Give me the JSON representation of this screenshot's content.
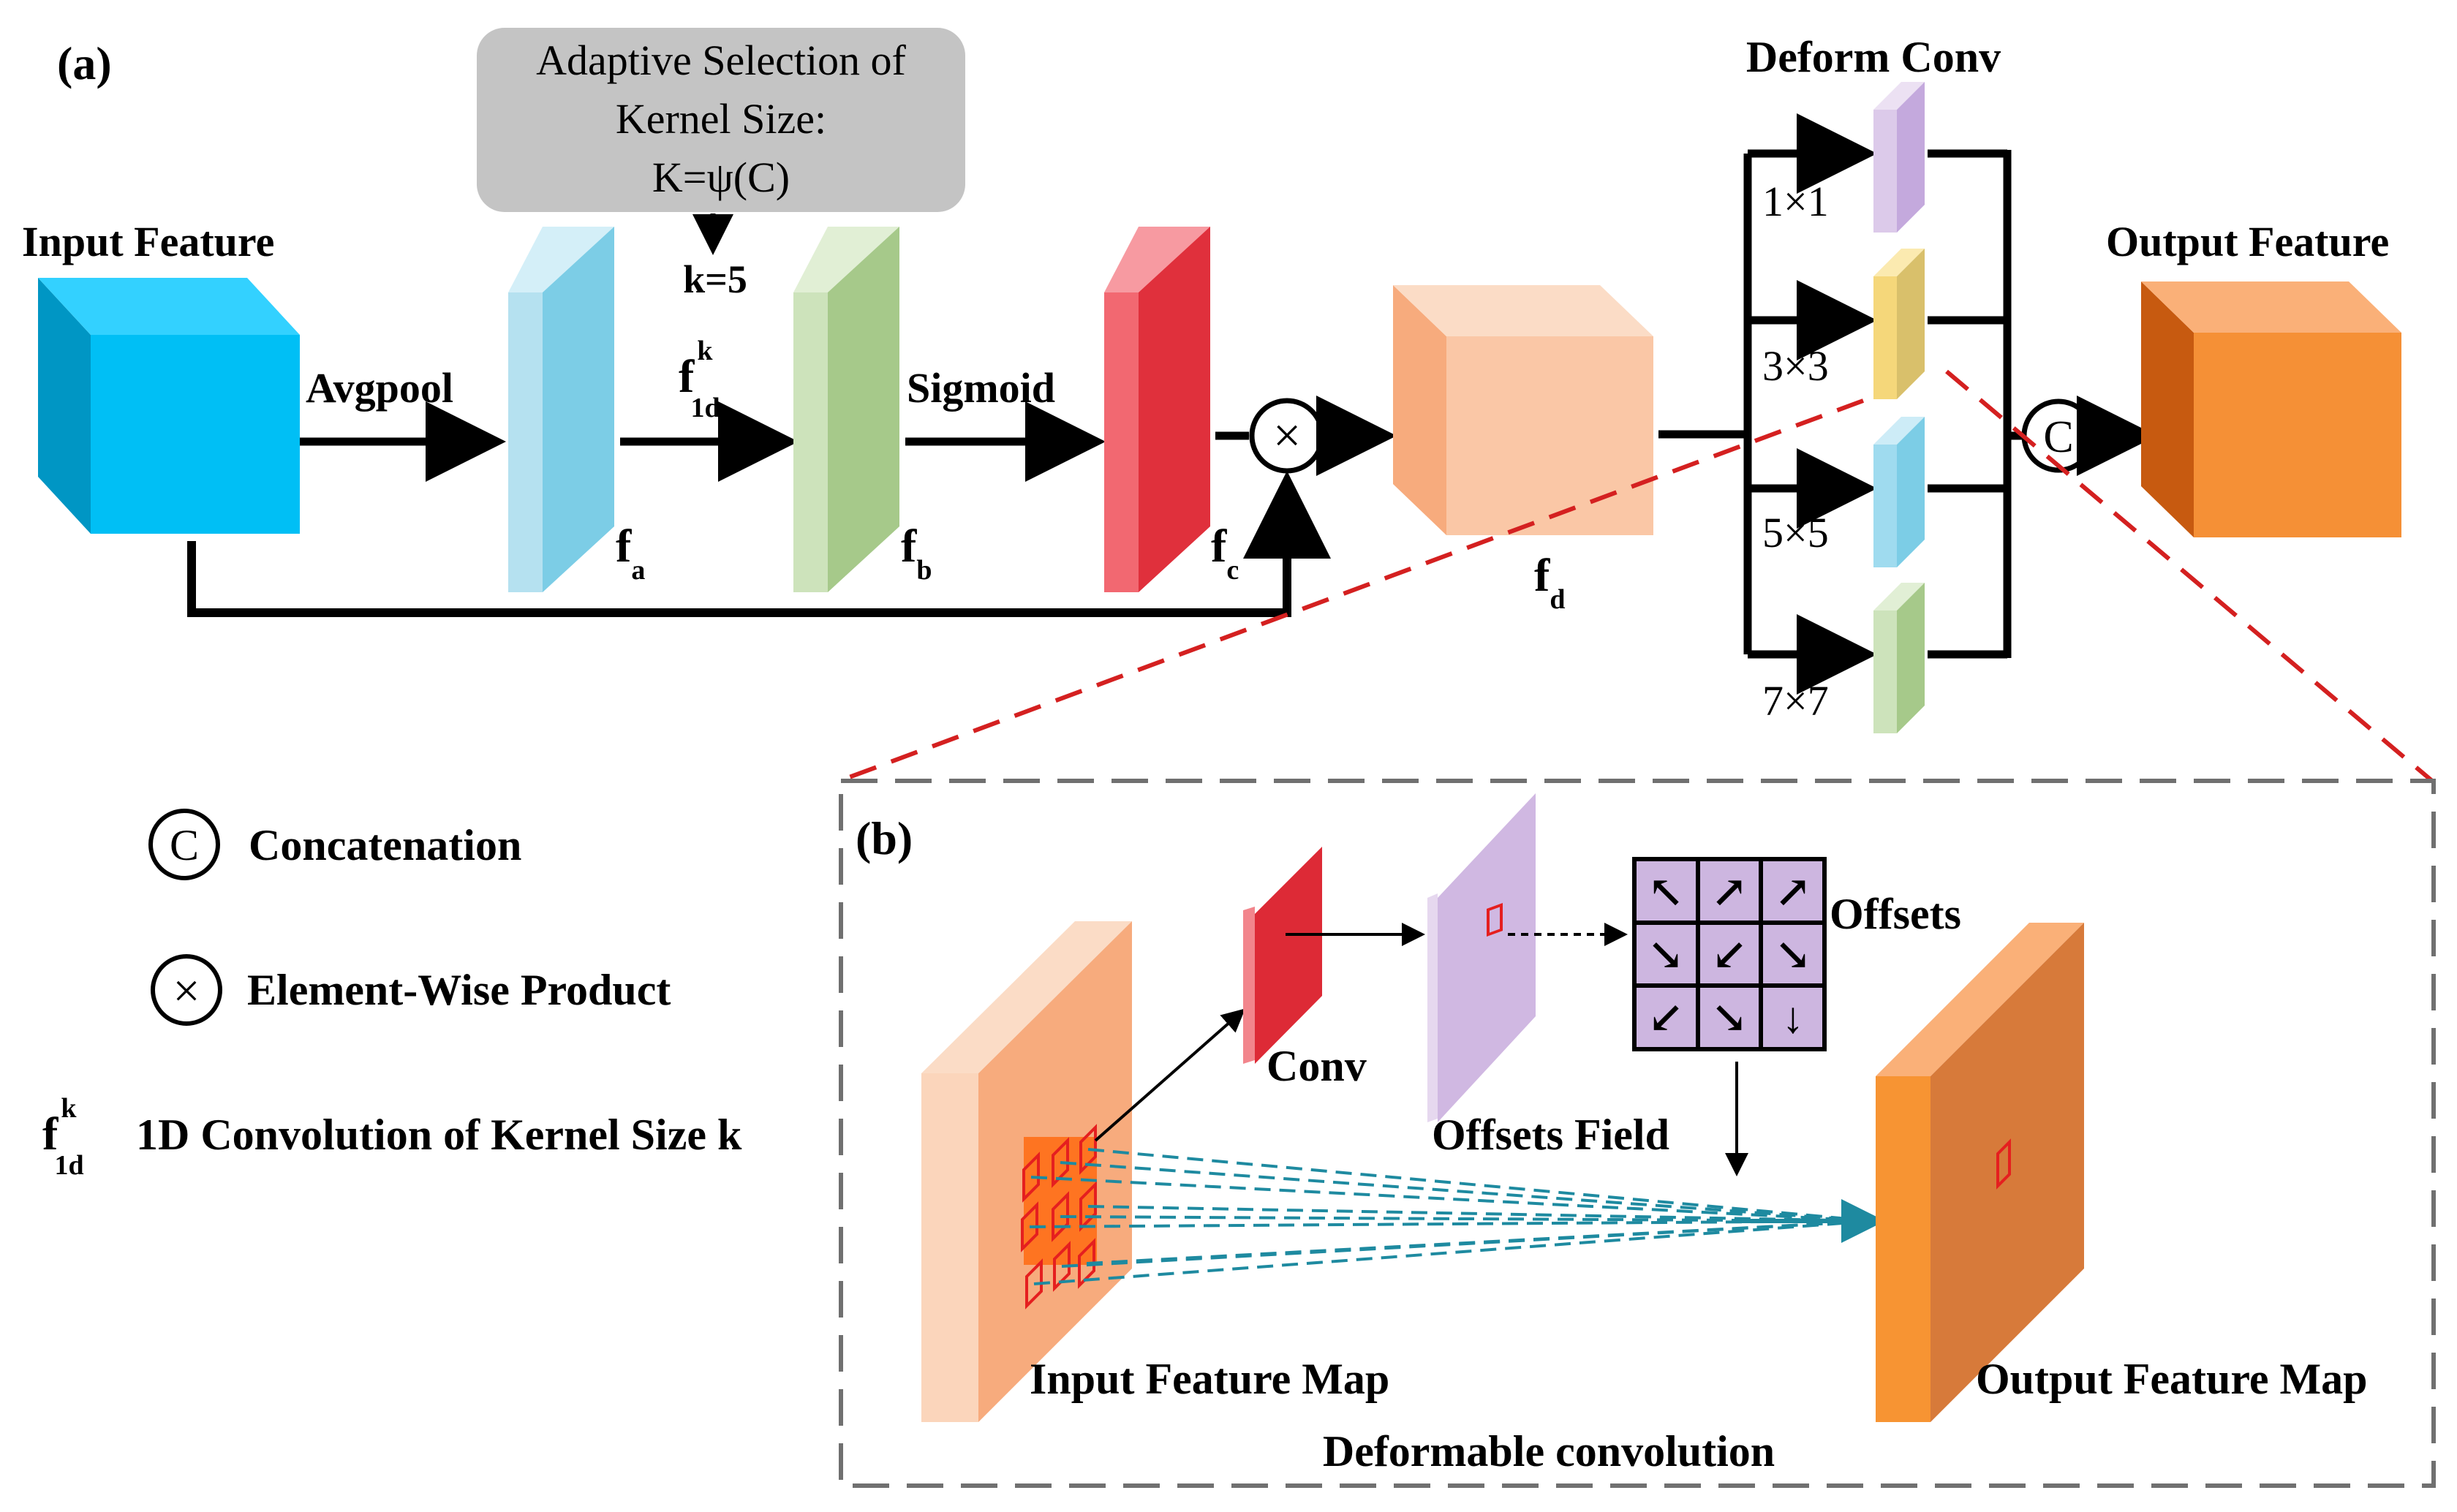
{
  "panel_a": {
    "label": "(a)",
    "adaptive_box": {
      "line1": "Adaptive Selection of",
      "line2": "Kernel Size:",
      "line3": "K=ψ(C)"
    },
    "k_value": "k=5",
    "input_label": "Input Feature",
    "output_label": "Output Feature",
    "avgpool_label": "Avgpool",
    "sigmoid_label": "Sigmoid",
    "f1d": {
      "base": "f",
      "sub": "1d",
      "sup": "k"
    },
    "fa": {
      "base": "f",
      "sub": "a"
    },
    "fb": {
      "base": "f",
      "sub": "b"
    },
    "fc": {
      "base": "f",
      "sub": "c"
    },
    "fd": {
      "base": "f",
      "sub": "d"
    },
    "product_symbol": "×",
    "concat_symbol": "C",
    "deform_title": "Deform Conv",
    "kernels": [
      "1×1",
      "3×3",
      "5×5",
      "7×7"
    ]
  },
  "legend": {
    "concat_symbol": "C",
    "concat_text": "Concatenation",
    "product_symbol": "×",
    "product_text": "Element-Wise Product",
    "f1d": {
      "base": "f",
      "sub": "1d",
      "sup": "k"
    },
    "f1d_text": "1D Convolution of Kernel Size k"
  },
  "panel_b": {
    "label": "(b)",
    "conv_label": "Conv",
    "offsets_field_label": "Offsets Field",
    "offsets_label": "Offsets",
    "input_map_label": "Input Feature Map",
    "output_map_label": "Output Feature Map",
    "caption": "Deformable convolution",
    "offset_arrows": [
      "↖",
      "↗",
      "↗",
      "↘",
      "↙",
      "↘",
      "↙",
      "↘",
      "↓"
    ]
  },
  "colors": {
    "input_cube": "#00bff5",
    "output_cube": "#f59036",
    "fd_cube": "#fac7a6",
    "fa_plate": "#7ccde6",
    "fb_plate": "#a6c98a",
    "fc_plate": "#e0303c",
    "adaptive_box": "#c4c4c4",
    "dashed_red": "#d42020",
    "teal_lines": "#1e8aa0",
    "offset_cell": "#cdb6e0"
  }
}
